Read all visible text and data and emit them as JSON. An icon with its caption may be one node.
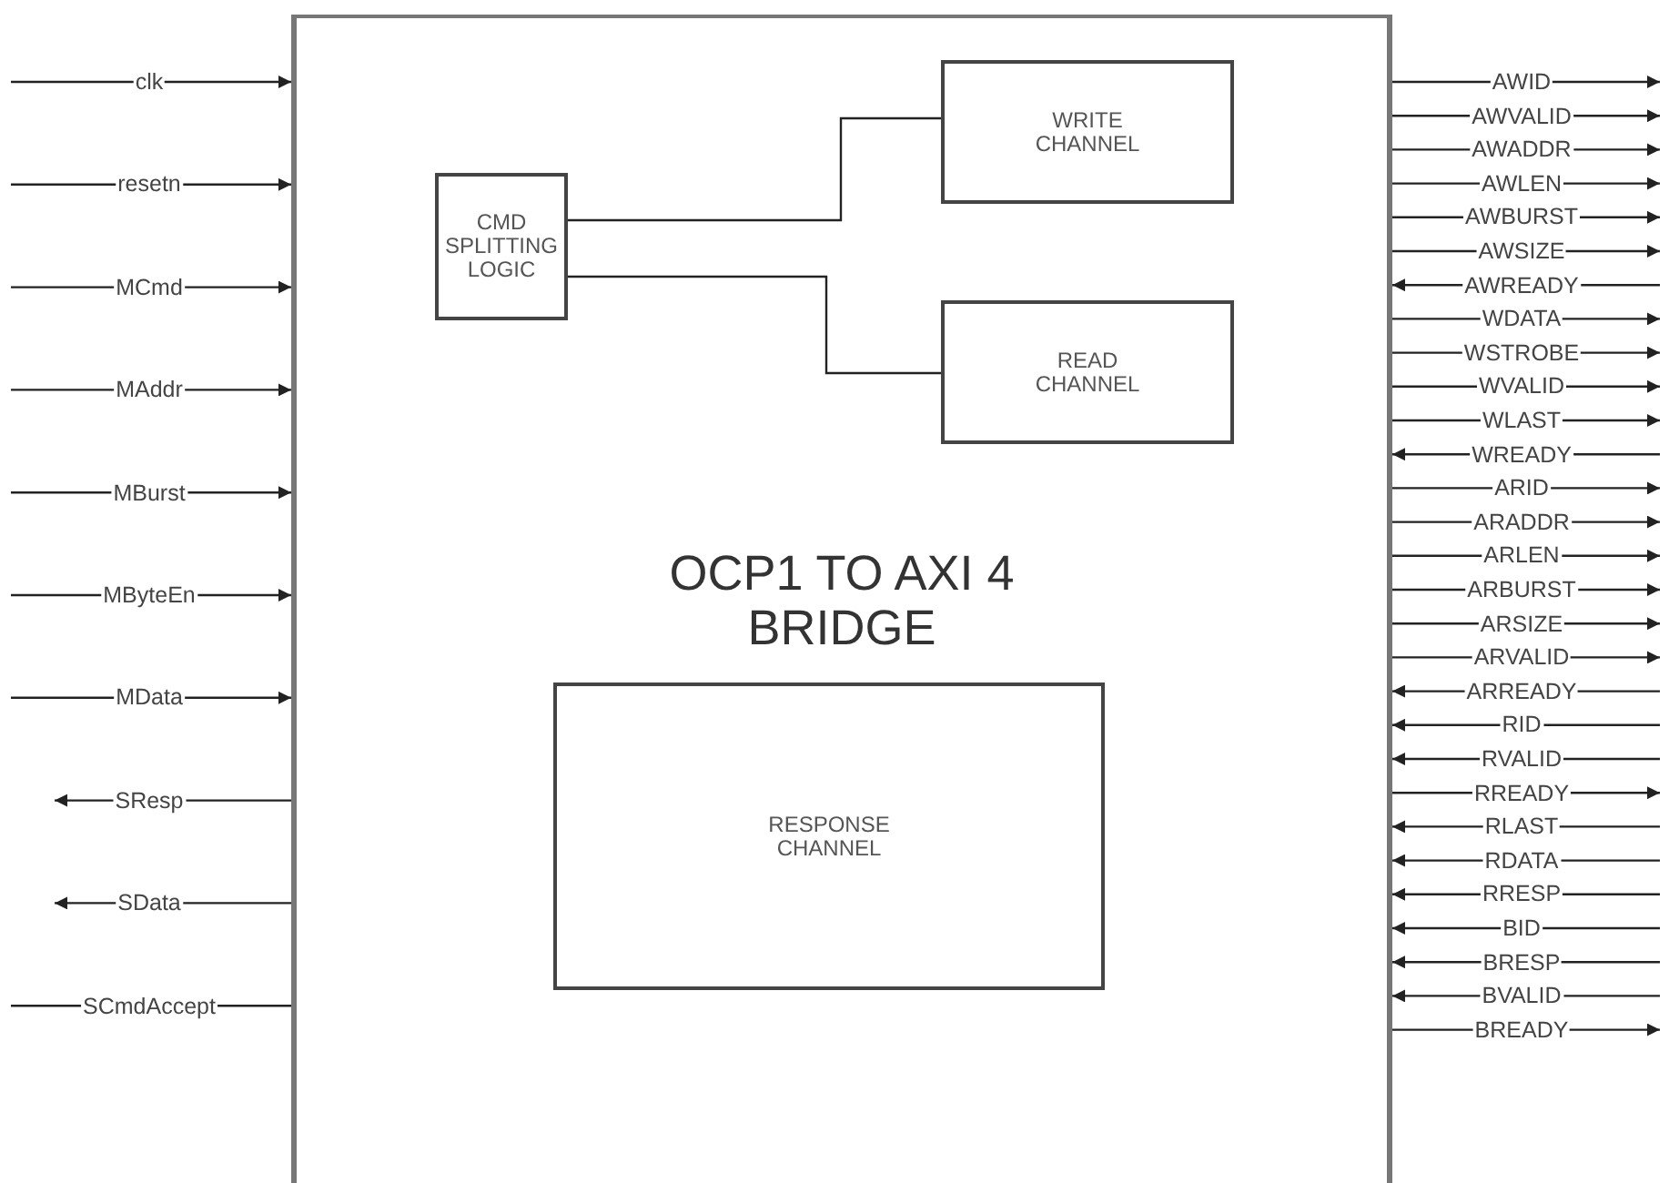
{
  "diagram": {
    "nodes": [
      {
        "text": [
          "OCP1 TO AXI 4 BRIDGE"
        ]
      },
      {
        "text": [
          "CMD SPLITTING LOGIC"
        ],
        "in": 0
      },
      {
        "text": [
          "WRITE CHANNEL"
        ],
        "in": 0
      },
      {
        "text": [
          "READ CHANNEL"
        ],
        "in": 0
      },
      {
        "text": [
          "RESPONSE CHANNEL"
        ],
        "in": 0
      }
    ],
    "edges": [
      {
        "from": 1,
        "to": 2,
        "arrow": "none"
      },
      {
        "from": 1,
        "to": 3,
        "arrow": "none"
      },
      {
        "from": null,
        "to": 0,
        "arrow": "to",
        "label": "clk"
      },
      {
        "from": null,
        "to": 0,
        "arrow": "to",
        "label": "resetn"
      },
      {
        "from": null,
        "to": 0,
        "arrow": "to",
        "label": "MCmd"
      },
      {
        "from": null,
        "to": 0,
        "arrow": "to",
        "label": "MAddr"
      },
      {
        "from": null,
        "to": 0,
        "arrow": "to",
        "label": "MBurst"
      },
      {
        "from": null,
        "to": 0,
        "arrow": "to",
        "label": "MByteEn"
      },
      {
        "from": null,
        "to": 0,
        "arrow": "to",
        "label": "MData"
      },
      {
        "from": 0,
        "to": null,
        "arrow": "to",
        "label": "SResp"
      },
      {
        "from": 0,
        "to": null,
        "arrow": "to",
        "label": "SData"
      },
      {
        "from": null,
        "to": 0,
        "arrow": "none",
        "label": "SCmdAccept"
      },
      {
        "from": 0,
        "to": null,
        "arrow": "to",
        "label": "AWID"
      },
      {
        "from": 0,
        "to": null,
        "arrow": "to",
        "label": "AWVALID"
      },
      {
        "from": 0,
        "to": null,
        "arrow": "to",
        "label": "AWADDR"
      },
      {
        "from": 0,
        "to": null,
        "arrow": "to",
        "label": "AWLEN"
      },
      {
        "from": 0,
        "to": null,
        "arrow": "to",
        "label": "AWBURST"
      },
      {
        "from": 0,
        "to": null,
        "arrow": "to",
        "label": "AWSIZE"
      },
      {
        "from": null,
        "to": 0,
        "arrow": "to",
        "label": "AWREADY"
      },
      {
        "from": 0,
        "to": null,
        "arrow": "to",
        "label": "WDATA"
      },
      {
        "from": 0,
        "to": null,
        "arrow": "to",
        "label": "WSTROBE"
      },
      {
        "from": 0,
        "to": null,
        "arrow": "to",
        "label": "WVALID"
      },
      {
        "from": 0,
        "to": null,
        "arrow": "to",
        "label": "WLAST"
      },
      {
        "from": null,
        "to": 0,
        "arrow": "to",
        "label": "WREADY"
      },
      {
        "from": 0,
        "to": null,
        "arrow": "to",
        "label": "ARID"
      },
      {
        "from": 0,
        "to": null,
        "arrow": "to",
        "label": "ARADDR"
      },
      {
        "from": 0,
        "to": null,
        "arrow": "to",
        "label": "ARLEN"
      },
      {
        "from": 0,
        "to": null,
        "arrow": "to",
        "label": "ARBURST"
      },
      {
        "from": 0,
        "to": null,
        "arrow": "to",
        "label": "ARSIZE"
      },
      {
        "from": 0,
        "to": null,
        "arrow": "to",
        "label": "ARVALID"
      },
      {
        "from": null,
        "to": 0,
        "arrow": "to",
        "label": "ARREADY"
      },
      {
        "from": null,
        "to": 0,
        "arrow": "to",
        "label": "RID"
      },
      {
        "from": null,
        "to": 0,
        "arrow": "to",
        "label": "RVALID"
      },
      {
        "from": 0,
        "to": null,
        "arrow": "to",
        "label": "RREADY"
      },
      {
        "from": null,
        "to": 0,
        "arrow": "to",
        "label": "RLAST"
      },
      {
        "from": null,
        "to": 0,
        "arrow": "to",
        "label": "RDATA"
      },
      {
        "from": null,
        "to": 0,
        "arrow": "to",
        "label": "RRESP"
      },
      {
        "from": null,
        "to": 0,
        "arrow": "to",
        "label": "BID"
      },
      {
        "from": null,
        "to": 0,
        "arrow": "to",
        "label": "BRESP"
      },
      {
        "from": null,
        "to": 0,
        "arrow": "to",
        "label": "BVALID"
      },
      {
        "from": 0,
        "to": null,
        "arrow": "to",
        "label": "BREADY"
      }
    ]
  }
}
